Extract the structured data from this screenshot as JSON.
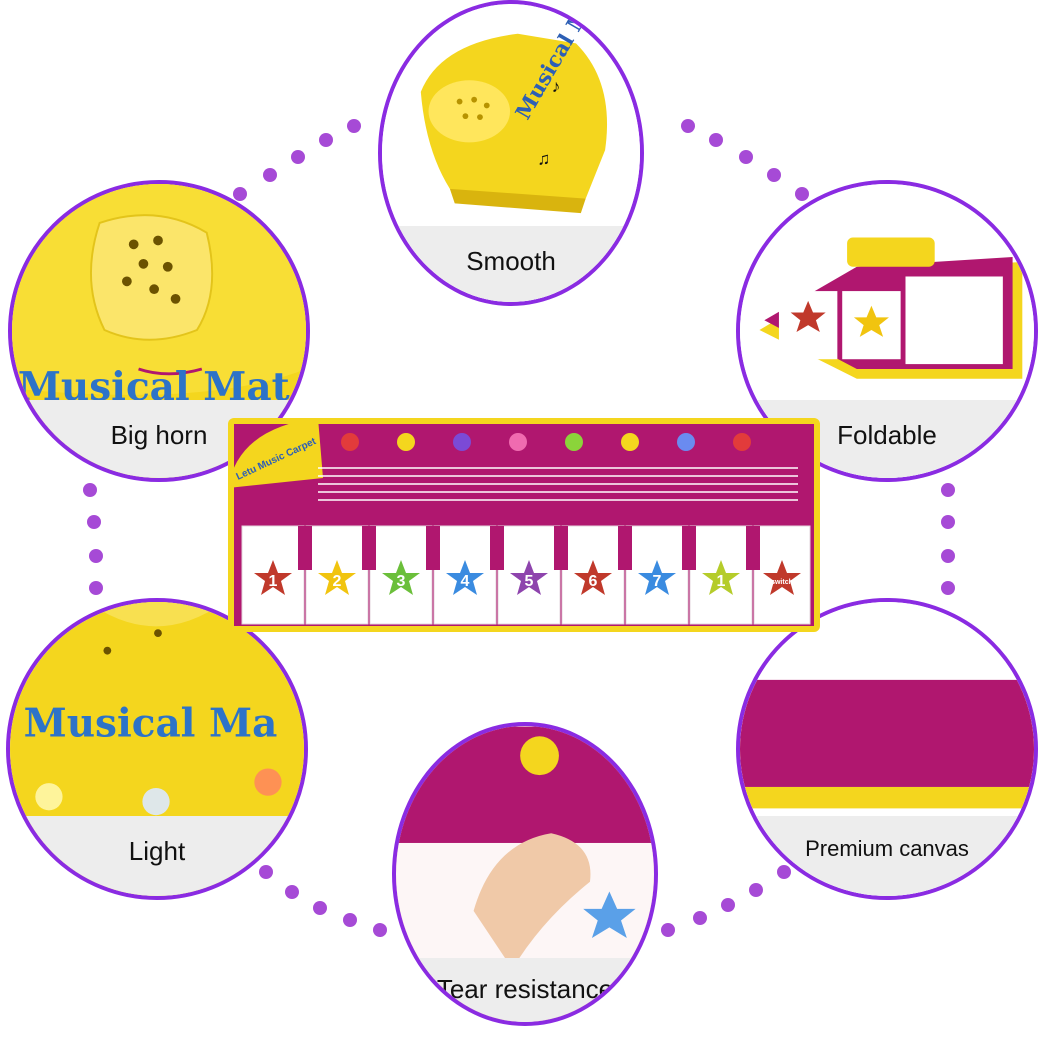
{
  "features": [
    {
      "id": "smooth",
      "label": "Smooth"
    },
    {
      "id": "big_horn",
      "label": "Big horn"
    },
    {
      "id": "foldable",
      "label": "Foldable"
    },
    {
      "id": "light",
      "label": "Light"
    },
    {
      "id": "premium_canvas",
      "label": "Premium canvas"
    },
    {
      "id": "tear_resistance",
      "label": "Tear resistance"
    }
  ],
  "product": {
    "box_text": "Musical Mat",
    "mat_title": "Letu Music Carpet",
    "switch_label": "switch",
    "key_numbers": [
      "1",
      "2",
      "3",
      "4",
      "5",
      "6",
      "7",
      "1"
    ]
  },
  "colors": {
    "frame_purple": "#8a2be2",
    "mat_magenta": "#b0176f",
    "mat_yellow": "#f3d21c",
    "band_gray": "#ededed"
  }
}
